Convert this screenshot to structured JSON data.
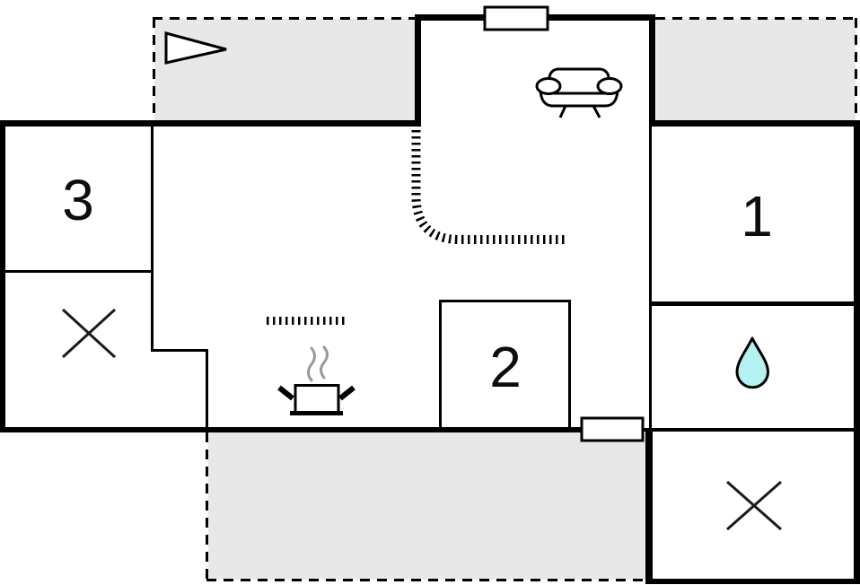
{
  "plan": {
    "type": "floor-plan",
    "rooms": {
      "room1": {
        "label": "1"
      },
      "room2": {
        "label": "2"
      },
      "room3": {
        "label": "3"
      }
    },
    "icons": {
      "direction_marker": "triangle-arrow-icon",
      "living_area": "sofa-icon",
      "kitchen": "cooking-pot-icon",
      "bathroom": "water-drop-icon",
      "crossed_room_left": "x-mark-icon",
      "crossed_room_right": "x-mark-icon"
    },
    "colors": {
      "background": "#ffffff",
      "wall": "#000000",
      "terrace_fill": "#e8e8e8",
      "water_drop_fill": "#b3f2f0",
      "steam": "#999999"
    }
  }
}
